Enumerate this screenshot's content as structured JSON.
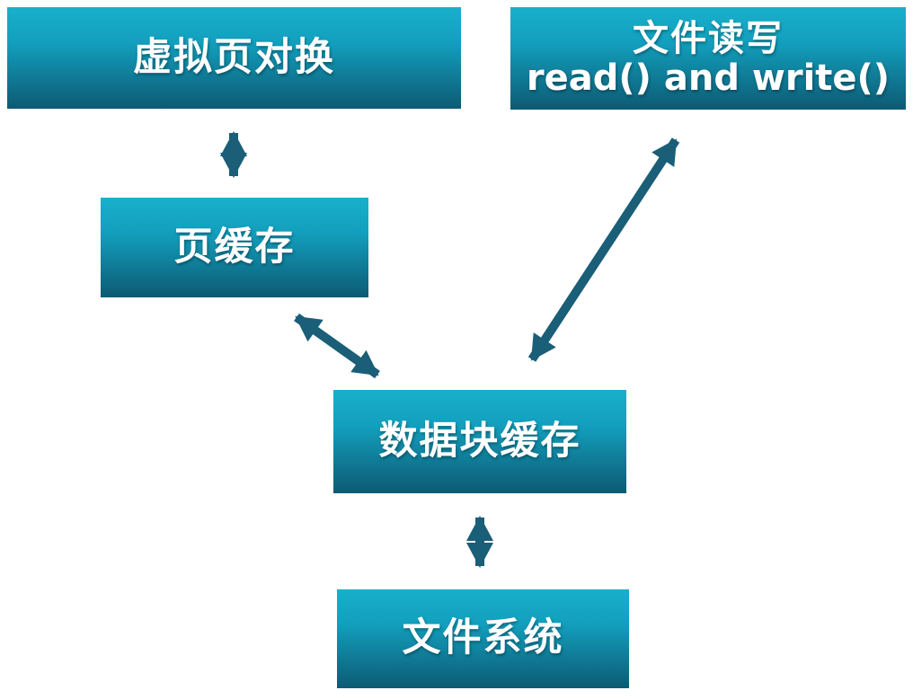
{
  "diagram": {
    "title": "linux-cache-io-diagram",
    "colors": {
      "box_gradient_top": "#18b0cb",
      "box_gradient_bottom": "#0d5a73",
      "arrow": "#1a5e78",
      "text": "#ffffff",
      "background": "#ffffff"
    },
    "nodes": [
      {
        "id": "virtual-page-swap",
        "label": "虚拟页对换"
      },
      {
        "id": "file-read-write",
        "label": "文件读写",
        "sublabel": "read() and write()"
      },
      {
        "id": "page-cache",
        "label": "页缓存"
      },
      {
        "id": "block-cache",
        "label": "数据块缓存"
      },
      {
        "id": "file-system",
        "label": "文件系统"
      }
    ],
    "edges": [
      {
        "from": "virtual-page-swap",
        "to": "page-cache",
        "type": "bidirectional"
      },
      {
        "from": "page-cache",
        "to": "block-cache",
        "type": "bidirectional"
      },
      {
        "from": "file-read-write",
        "to": "block-cache",
        "type": "bidirectional"
      },
      {
        "from": "block-cache",
        "to": "file-system",
        "type": "bidirectional"
      }
    ]
  }
}
